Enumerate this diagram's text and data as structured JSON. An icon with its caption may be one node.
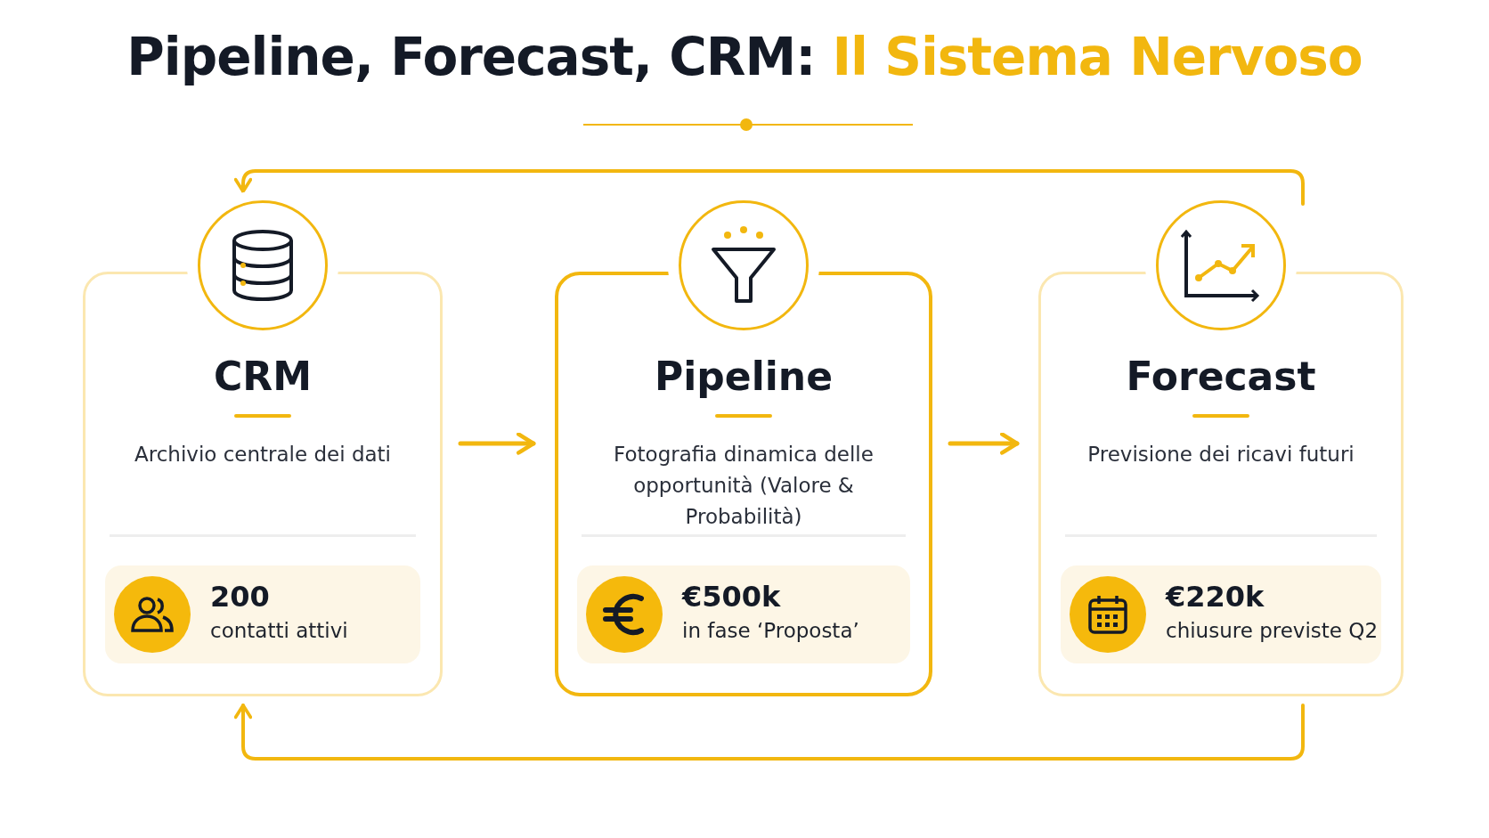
{
  "diagram": {
    "title": "Pipeline, Forecast, CRM: **Il Sistema Nervoso**",
    "nodes": [
      {
        "text": [
          "CRM",
          "Archivio centrale dei dati"
        ]
      },
      {
        "text": [
          "200",
          "contatti attivi"
        ],
        "in": 0
      },
      {
        "text": [
          "Pipeline",
          "Fotografia dinamica delle opportunità (Valore & Probabilità)"
        ]
      },
      {
        "text": [
          "€500k",
          "in fase ‘Proposta’"
        ],
        "in": 2
      },
      {
        "text": [
          "Forecast",
          "Previsione dei ricavi futuri"
        ]
      },
      {
        "text": [
          "€220k",
          "chiusure previste Q2"
        ],
        "in": 4
      }
    ],
    "edges": [
      {
        "from": 0,
        "to": 2,
        "arrow": "to"
      },
      {
        "from": 2,
        "to": 4,
        "arrow": "to"
      },
      {
        "from": 4,
        "to": 0,
        "arrow": "to"
      },
      {
        "from": 4,
        "to": 0,
        "arrow": "to"
      }
    ]
  }
}
